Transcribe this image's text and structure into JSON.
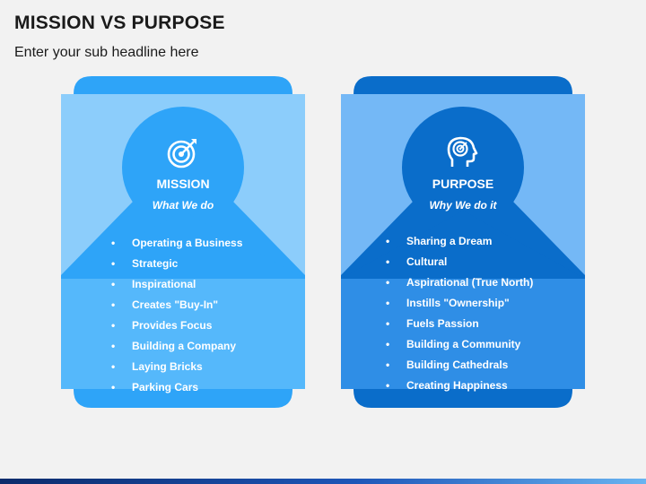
{
  "header": {
    "title": "MISSION VS PURPOSE",
    "subtitle": "Enter your sub headline here"
  },
  "cards": [
    {
      "heading": "MISSION",
      "tagline": "What We do",
      "icon": "target-icon",
      "colors": {
        "tab": "#2ea4f8",
        "panel_top": "#8ccdfb",
        "panel_bottom": "#55b8fb",
        "circle": "#2ea4f8"
      },
      "items": [
        "Operating a Business",
        "Strategic",
        "Inspirational",
        "Creates \"Buy-In\"",
        "Provides Focus",
        "Building a Company",
        "Laying Bricks",
        "Parking Cars"
      ]
    },
    {
      "heading": "PURPOSE",
      "tagline": "Why We do it",
      "icon": "head-target-icon",
      "colors": {
        "tab": "#0a6dca",
        "panel_top": "#74b8f6",
        "panel_bottom": "#2f8ee6",
        "circle": "#0a6dca"
      },
      "items": [
        "Sharing a Dream",
        "Cultural",
        "Aspirational (True North)",
        "Instills \"Ownership\"",
        "Fuels Passion",
        "Building a Community",
        "Building Cathedrals",
        "Creating Happiness"
      ]
    }
  ]
}
